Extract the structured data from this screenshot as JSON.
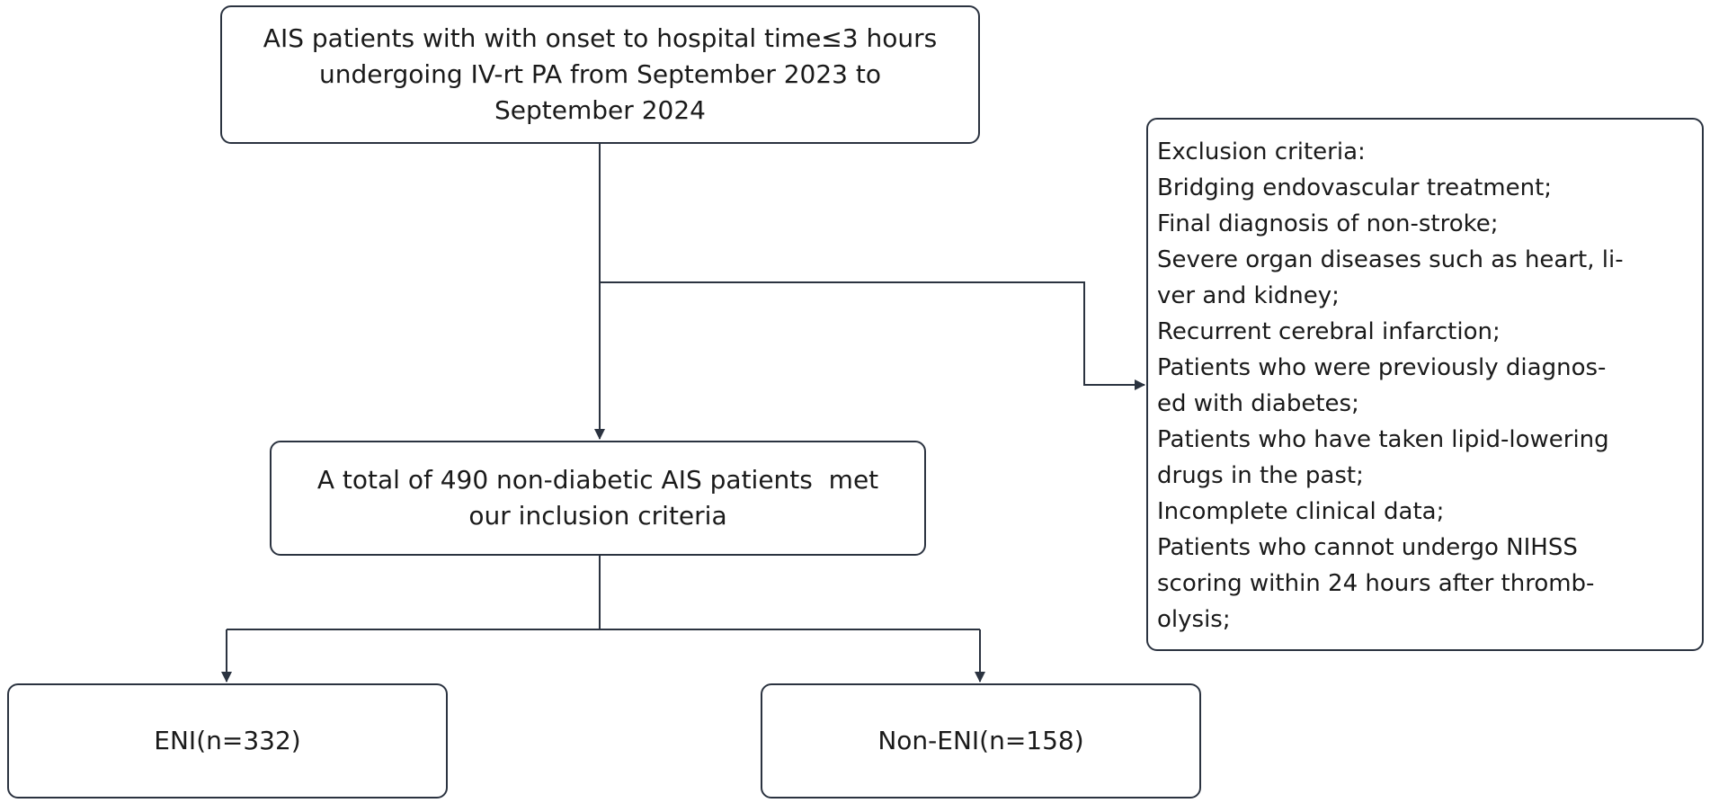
{
  "boxes": {
    "start": {
      "lines": [
        "AIS patients with with onset to hospital time≤3 hours",
        "undergoing IV-rt PA from September 2023 to",
        "September 2024"
      ]
    },
    "total": {
      "lines": [
        "A total of 490 non-diabetic AIS patients  met",
        "our inclusion criteria"
      ]
    },
    "eni": {
      "label": "ENI(n=332)"
    },
    "non_eni": {
      "label": "Non-ENI(n=158)"
    },
    "exclusion": {
      "lines": [
        "Exclusion criteria:",
        "Bridging endovascular treatment;",
        "Final diagnosis of non-stroke;",
        "Severe organ diseases such as heart, li-",
        "ver and kidney;",
        "Recurrent cerebral infarction;",
        "Patients who were previously diagnos-",
        "ed with diabetes;",
        "Patients who have taken lipid-lowering",
        "drugs in the past;",
        "Incomplete clinical data;",
        "Patients who cannot undergo NIHSS",
        "scoring within 24 hours after thromb-",
        "olysis;"
      ]
    }
  },
  "colors": {
    "line": "#2b3340",
    "text": "#1a1a1a"
  }
}
